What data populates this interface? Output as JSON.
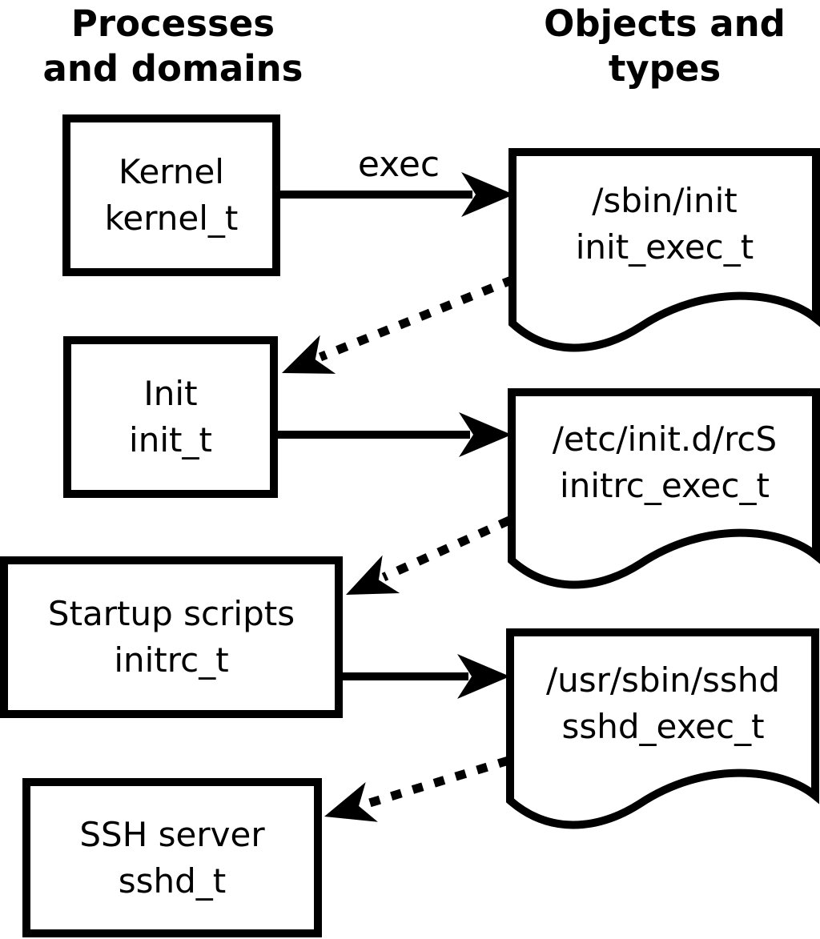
{
  "headers": {
    "left": {
      "line1": "Processes",
      "line2": "and domains"
    },
    "right": {
      "line1": "Objects and",
      "line2": "types"
    }
  },
  "process_nodes": [
    {
      "name": "Kernel",
      "type": "kernel_t"
    },
    {
      "name": "Init",
      "type": "init_t"
    },
    {
      "name": "Startup scripts",
      "type": "initrc_t"
    },
    {
      "name": "SSH server",
      "type": "sshd_t"
    }
  ],
  "object_nodes": [
    {
      "path": "/sbin/init",
      "type": "init_exec_t"
    },
    {
      "path": "/etc/init.d/rcS",
      "type": "initrc_exec_t"
    },
    {
      "path": "/usr/sbin/sshd",
      "type": "sshd_exec_t"
    }
  ],
  "edges": {
    "exec_label": "exec",
    "solid": [
      {
        "from": "Kernel",
        "to": "/sbin/init",
        "label": "exec"
      },
      {
        "from": "Init",
        "to": "/etc/init.d/rcS"
      },
      {
        "from": "Startup scripts",
        "to": "/usr/sbin/sshd"
      }
    ],
    "dotted": [
      {
        "from": "/sbin/init",
        "to": "Init"
      },
      {
        "from": "/etc/init.d/rcS",
        "to": "Startup scripts"
      },
      {
        "from": "/usr/sbin/sshd",
        "to": "SSH server"
      }
    ]
  },
  "colors": {
    "line": "#000000",
    "background": "#ffffff"
  }
}
